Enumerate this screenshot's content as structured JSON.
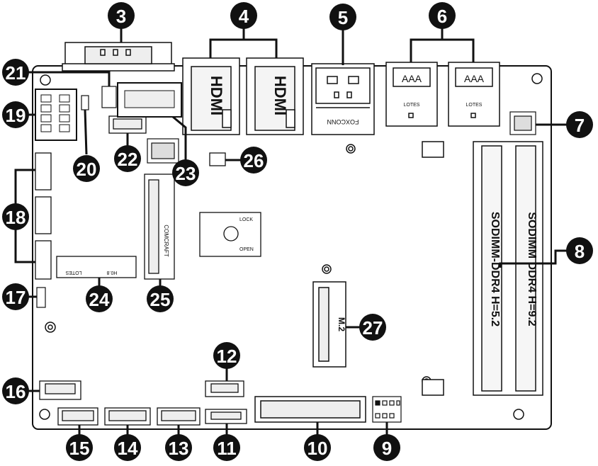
{
  "callouts": [
    {
      "id": "c3",
      "number": "3"
    },
    {
      "id": "c4",
      "number": "4"
    },
    {
      "id": "c5",
      "number": "5"
    },
    {
      "id": "c6",
      "number": "6"
    },
    {
      "id": "c7",
      "number": "7"
    },
    {
      "id": "c8",
      "number": "8"
    },
    {
      "id": "c9",
      "number": "9"
    },
    {
      "id": "c10",
      "number": "10"
    },
    {
      "id": "c11",
      "number": "11"
    },
    {
      "id": "c12",
      "number": "12"
    },
    {
      "id": "c13",
      "number": "13"
    },
    {
      "id": "c14",
      "number": "14"
    },
    {
      "id": "c15",
      "number": "15"
    },
    {
      "id": "c16",
      "number": "16"
    },
    {
      "id": "c17",
      "number": "17"
    },
    {
      "id": "c18",
      "number": "18"
    },
    {
      "id": "c19",
      "number": "19"
    },
    {
      "id": "c20",
      "number": "20"
    },
    {
      "id": "c21",
      "number": "21"
    },
    {
      "id": "c22",
      "number": "22"
    },
    {
      "id": "c23",
      "number": "23"
    },
    {
      "id": "c24",
      "number": "24"
    },
    {
      "id": "c25",
      "number": "25"
    },
    {
      "id": "c26",
      "number": "26"
    },
    {
      "id": "c27",
      "number": "27"
    }
  ],
  "silkscreen": {
    "sodimm_top": "SODIMM-DDR4  H=5.2",
    "sodimm_bottom": "SODIMM  DDR4  H=9.2",
    "m2_slot": "M.2",
    "foxconn": "FOXCONN",
    "compact": "COMCRAFT",
    "lock": "LOCK",
    "open": "OPEN",
    "hdmi_a": "HDMI",
    "hdmi_b": "HDMI",
    "usb_a": "LOTES",
    "usb_b": "LOTES",
    "lotes": "LOTES",
    "mini_card": "H0.8"
  }
}
